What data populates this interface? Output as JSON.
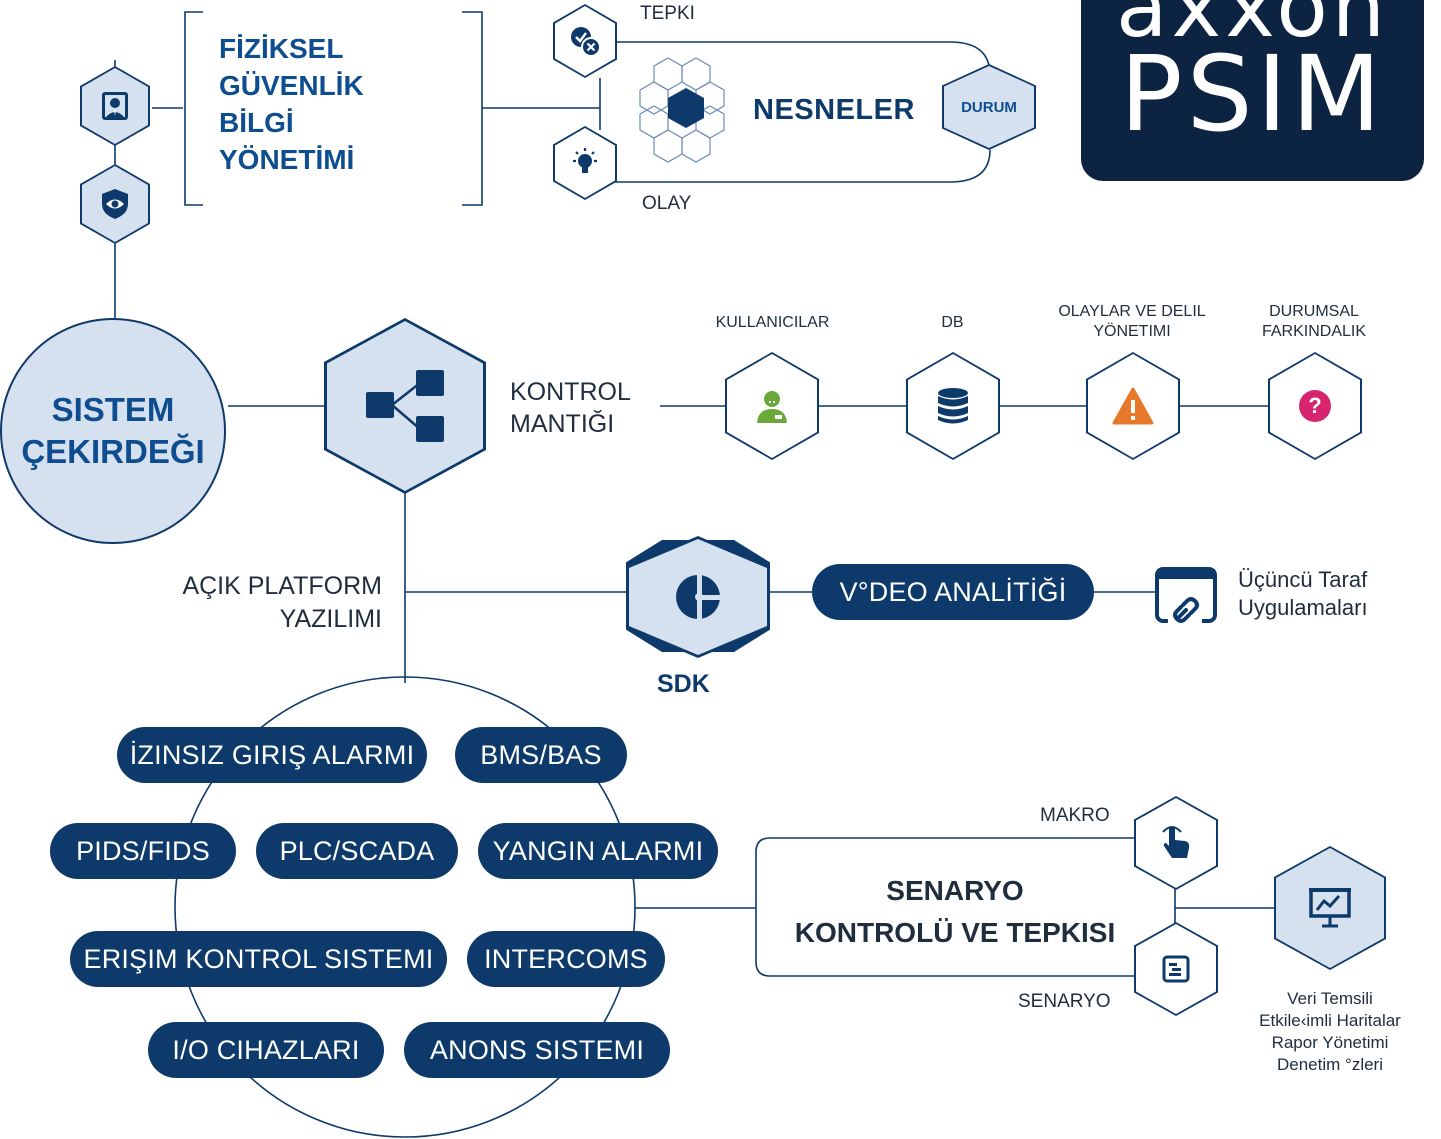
{
  "logo": {
    "line1": "axxon",
    "line2": "PSIM"
  },
  "top": {
    "title_lines": [
      "FİZİKSEL",
      "GÜVENLİK",
      "BİLGİ",
      "YÖNETİMİ"
    ],
    "tepki": "TEPKI",
    "olay": "OLAY",
    "nesneler": "NESNELER",
    "durum": "DURUM"
  },
  "core": {
    "sistem_lines": [
      "SISTEM",
      "ÇEKIRDEĞI"
    ],
    "kontrol_lines": [
      "KONTROL",
      "MANTIĞI"
    ]
  },
  "modules": [
    {
      "label": "KULLANICILAR",
      "icon": "user-icon"
    },
    {
      "label": "DB",
      "icon": "database-icon"
    },
    {
      "label": "OLAYLAR VE DELIL YÖNETIMI",
      "icon": "warning-icon"
    },
    {
      "label": "DURUMSAL FARKINDALIK",
      "icon": "question-icon"
    }
  ],
  "platform": {
    "acik_lines": [
      "AÇIK PLATFORM",
      "YAZILIMI"
    ],
    "sdk": "SDK",
    "video": "V°DEO ANALİTİĞİ",
    "third_lines": [
      "Üçüncü Taraf",
      "Uygulamaları"
    ]
  },
  "integrations": [
    "İZINSIZ GIRIŞ ALARMI",
    "BMS/BAS",
    "PIDS/FIDS",
    "PLC/SCADA",
    "YANGIN ALARMI",
    "ERIŞIM KONTROL SISTEMI",
    "INTERCOMS",
    "I/O CIHAZLARI",
    "ANONS SISTEMI"
  ],
  "scenario": {
    "title_lines": [
      "SENARYO",
      "KONTROLÜ VE TEPKISI"
    ],
    "makro": "MAKRO",
    "senaryo": "SENARYO",
    "features": [
      "Veri Temsili",
      "Etkile‹imli Haritalar",
      "Rapor Yönetimi",
      "Denetim °zleri"
    ]
  },
  "colors": {
    "navy": "#0e3a6b",
    "light_fill": "#d6e1ef",
    "logo_bg": "#0d2342",
    "green": "#6aa83a",
    "orange": "#e8782a",
    "magenta": "#d6246e"
  }
}
